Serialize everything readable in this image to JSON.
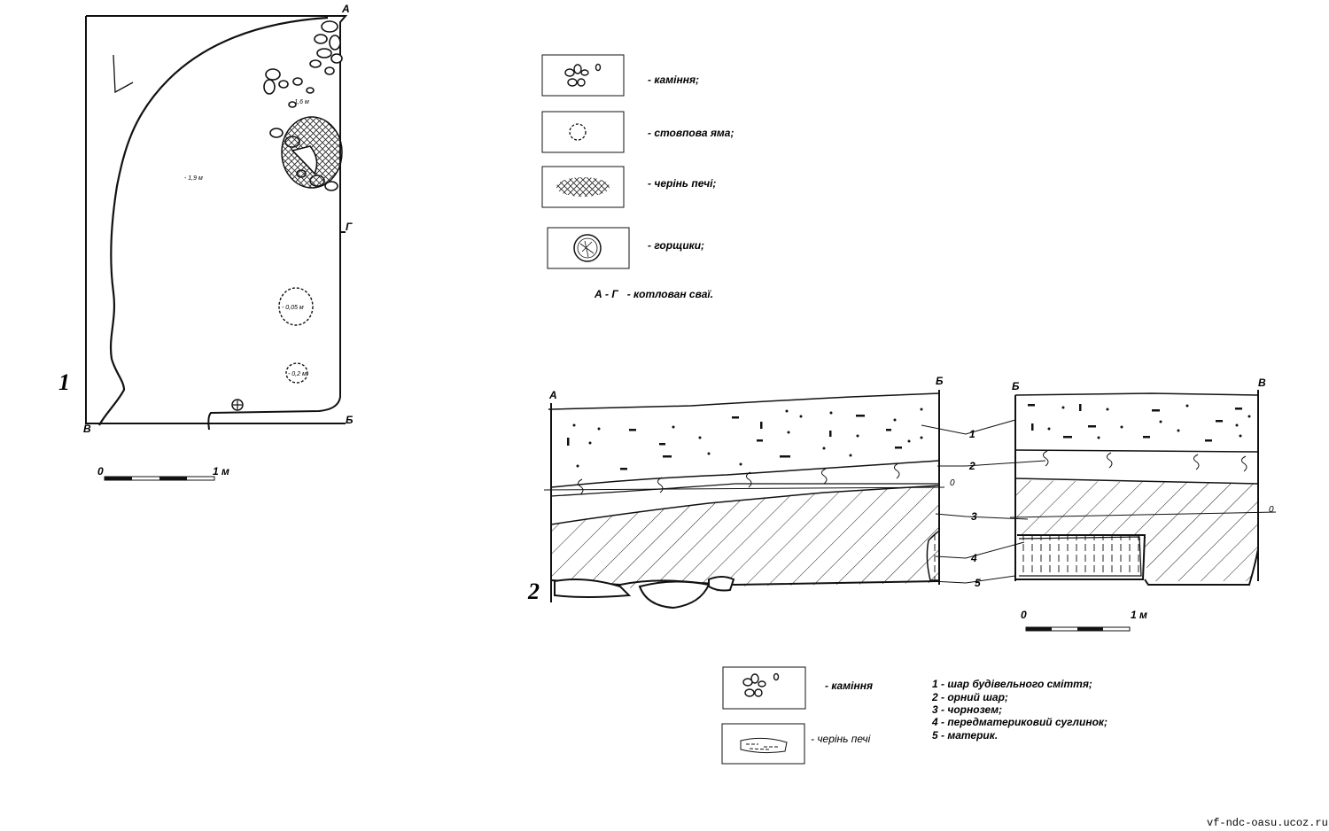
{
  "figure_numbers": {
    "fig1": "1",
    "fig2": "2"
  },
  "plan": {
    "corner_a": "А",
    "corner_b": "Б",
    "corner_v": "В",
    "corner_g": "Г",
    "depth_main": "- 1,9 м",
    "depth_stones": "- 1,6 м",
    "pit1_depth": "- 0,05 м",
    "pit2_depth": "- 0,2 м",
    "scale_zero": "0",
    "scale_one": "1 м"
  },
  "legend_top": {
    "items": [
      {
        "icon": "stones-icon",
        "label": "- каміння;"
      },
      {
        "icon": "posthole-icon",
        "label": "- стовпова яма;"
      },
      {
        "icon": "hearth-icon",
        "label": "- черінь печі;"
      },
      {
        "icon": "pot-icon",
        "label": "- горщики;"
      }
    ],
    "note": "А - Г   - котлован сваї."
  },
  "section": {
    "left_a": "А",
    "left_b": "Б",
    "right_b": "Б",
    "right_v": "В",
    "zero_left": "0",
    "zero_right": "0",
    "layers": [
      "1",
      "2",
      "3",
      "4",
      "5"
    ],
    "scale_zero": "0",
    "scale_one": "1 м"
  },
  "legend_bottom": {
    "stones_label": "- каміння",
    "hearth_label": "- черінь печі",
    "layers": [
      "1 - шар будівельного сміття;",
      "2 - орний шар;",
      "3 - чорнозем;",
      "4 - передматериковий суглинок;",
      "5 - материк."
    ]
  },
  "watermark": "vf-ndc-oasu.ucoz.ru"
}
